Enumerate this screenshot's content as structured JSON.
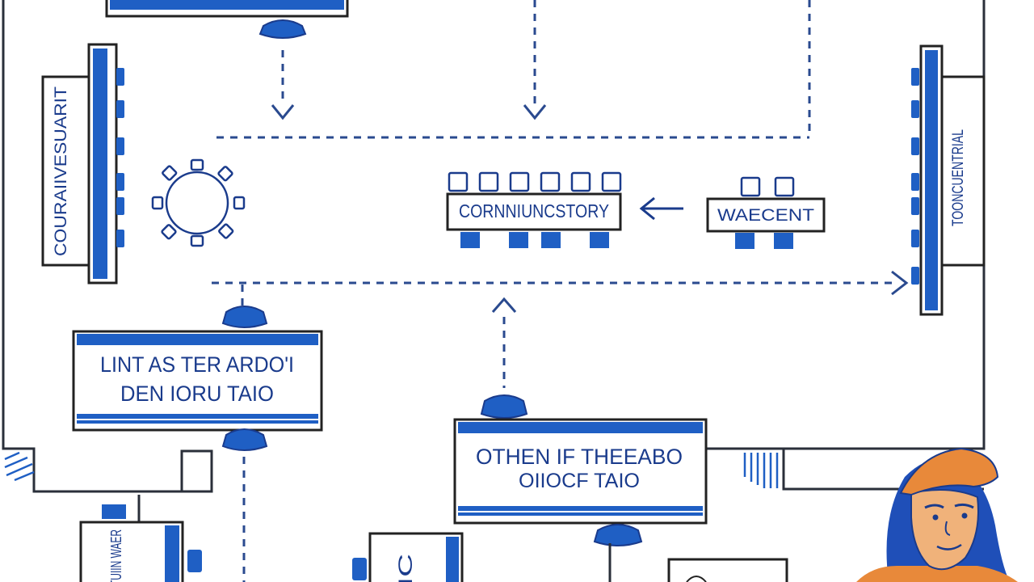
{
  "colors": {
    "ink": "#1a3b8c",
    "line": "#2a4a8f",
    "accent": "#1f5fc4",
    "skin": "#f0b27a",
    "cap": "#e8893a"
  },
  "panels": {
    "left_sign_a": "LINT AS TER ARDO'I",
    "left_sign_b": "DEN IORU TAIO",
    "center_sign_a": "OTHEN IF THEEABO",
    "center_sign_b": "OIIOCF TAIO",
    "table_long": "CORNNIUNCSTORY",
    "table_short": "WAECENT",
    "vertical_left": "COURAIIVESUARIT",
    "vertical_right": "TOONCUENTRIAL",
    "small_box_a": "TUIIN WAER",
    "small_box_b": "IC"
  },
  "icons": [
    "down-arrow-icon",
    "left-arrow-icon",
    "up-arrow-icon",
    "right-arrow-icon",
    "round-table-icon",
    "person-icon"
  ]
}
